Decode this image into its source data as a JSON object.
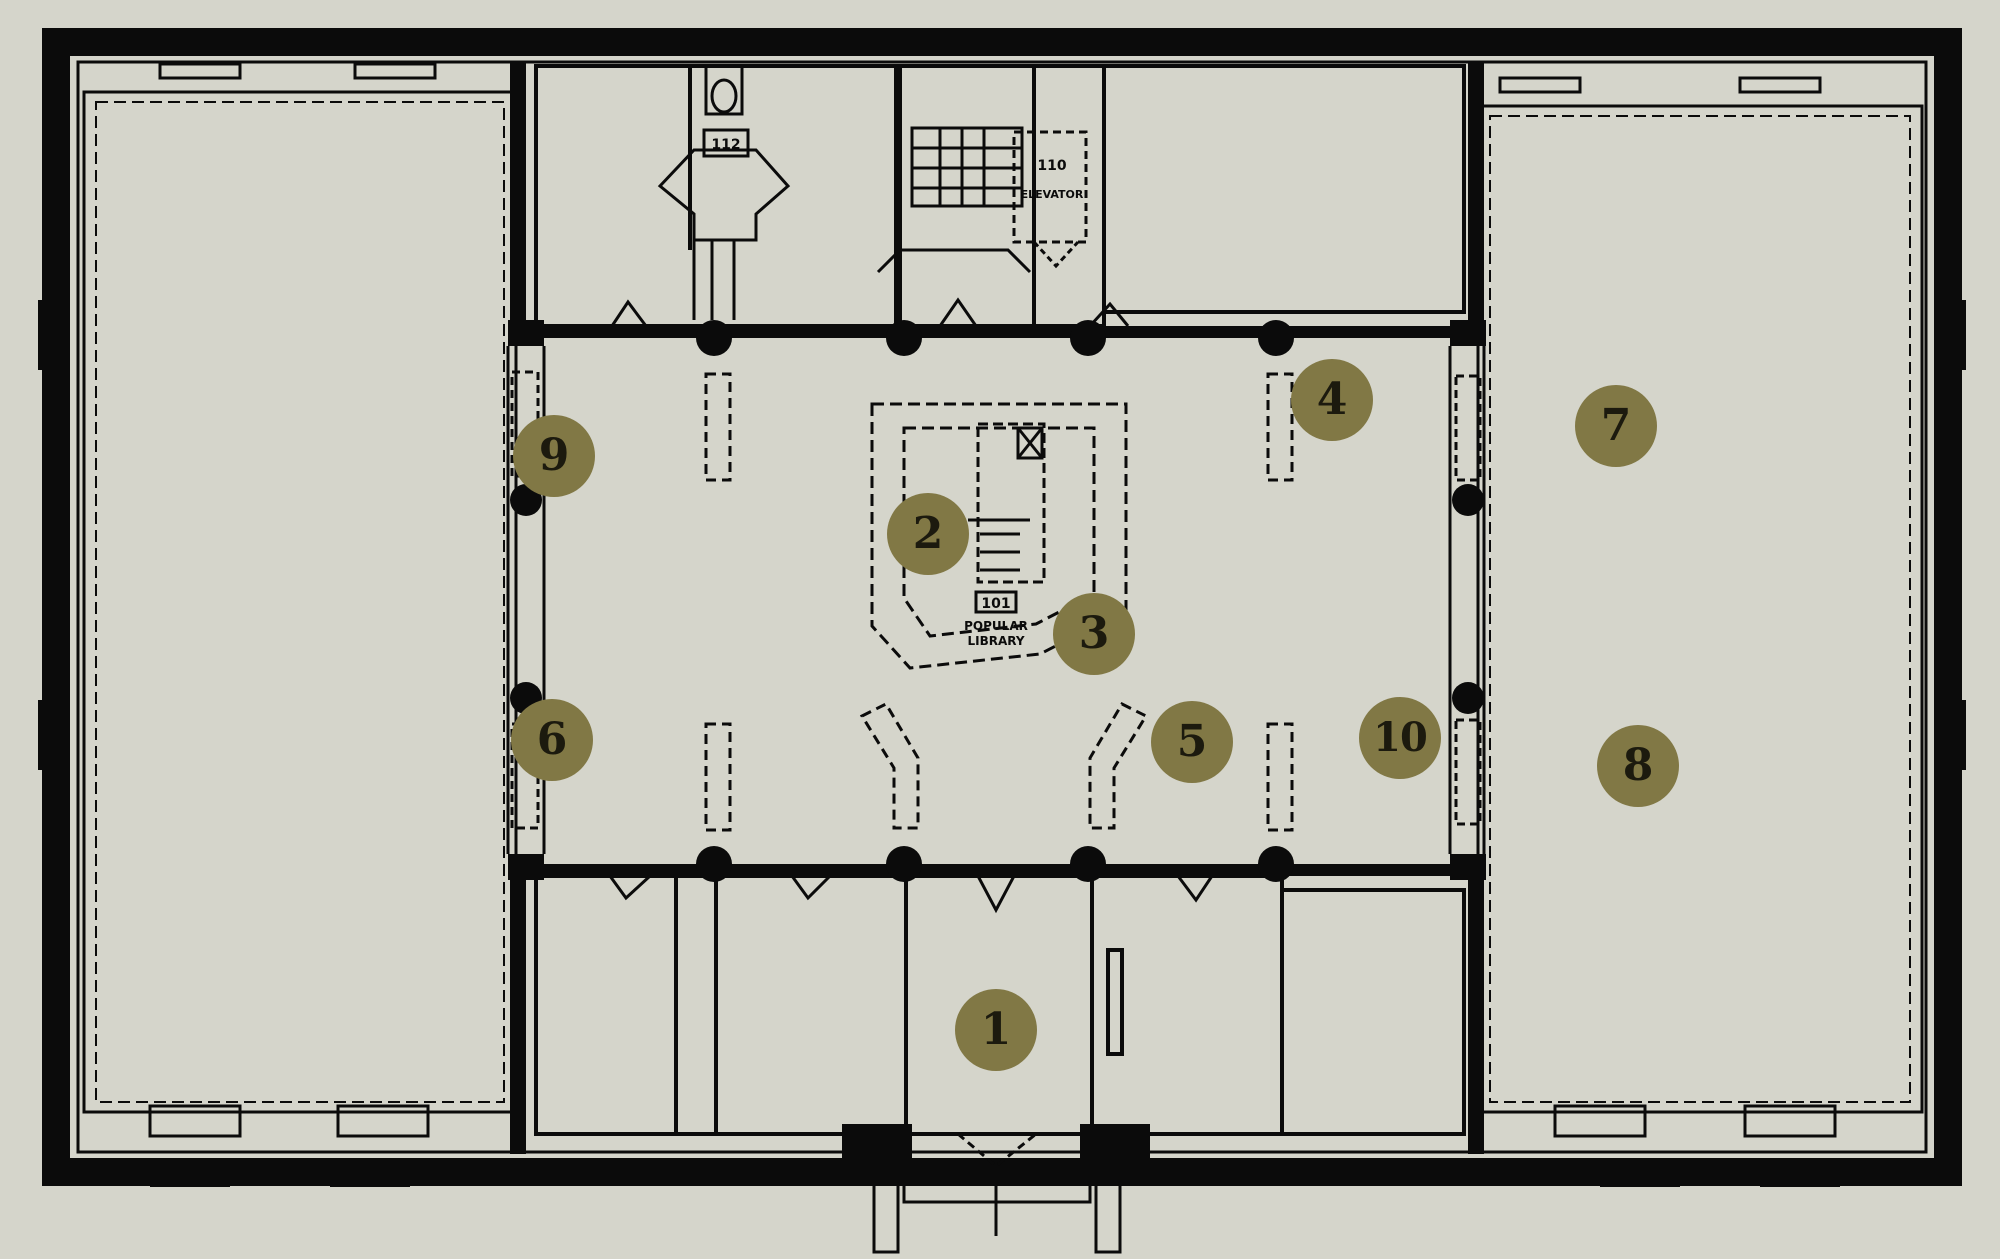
{
  "plan": {
    "colors": {
      "background": "#d5d5cb",
      "floor": "#d5d5cb",
      "wall": "#0b0b0b",
      "marker_fill": "#817845",
      "marker_text": "#1c1a0e"
    },
    "room_labels": {
      "main_room": "101",
      "popular_1": "POPULAR",
      "popular_2": "LIBRARY",
      "restroom": "112",
      "elevator": "ELEVATOR",
      "elevator_no": "110"
    },
    "markers": [
      {
        "id": "1",
        "label": "1"
      },
      {
        "id": "2",
        "label": "2"
      },
      {
        "id": "3",
        "label": "3"
      },
      {
        "id": "4",
        "label": "4"
      },
      {
        "id": "5",
        "label": "5"
      },
      {
        "id": "6",
        "label": "6"
      },
      {
        "id": "7",
        "label": "7"
      },
      {
        "id": "8",
        "label": "8"
      },
      {
        "id": "9",
        "label": "9"
      },
      {
        "id": "10",
        "label": "10"
      }
    ]
  }
}
